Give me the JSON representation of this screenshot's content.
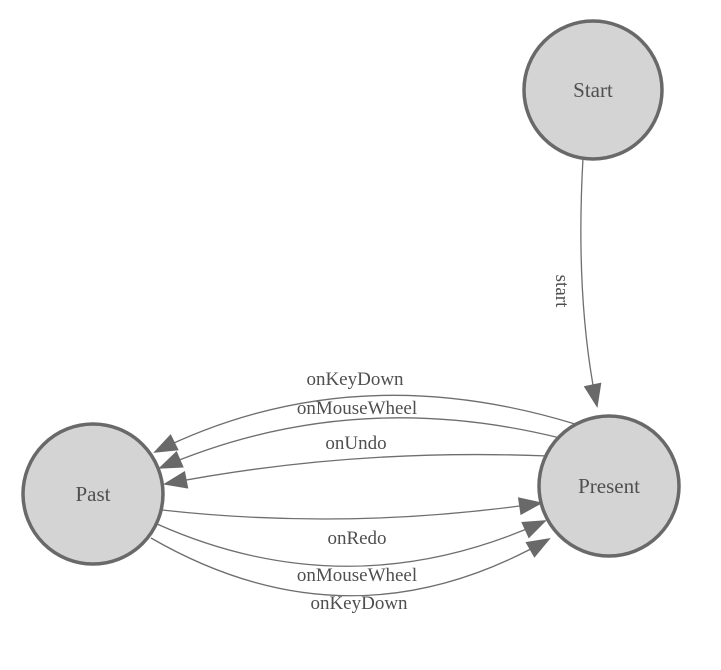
{
  "diagram": {
    "kind": "state-machine",
    "colors": {
      "node_fill": "#d4d4d4",
      "node_border": "#696969",
      "edge_line": "#6e6e6e",
      "arrowhead": "#696969",
      "label_text": "#4f4f4f"
    },
    "nodes": [
      {
        "id": "start",
        "label": "Start"
      },
      {
        "id": "present",
        "label": "Present"
      },
      {
        "id": "past",
        "label": "Past"
      }
    ],
    "edges": [
      {
        "from": "start",
        "to": "present",
        "label": "start"
      },
      {
        "from": "present",
        "to": "past",
        "label": "onKeyDown"
      },
      {
        "from": "present",
        "to": "past",
        "label": "onMouseWheel"
      },
      {
        "from": "present",
        "to": "past",
        "label": "onUndo"
      },
      {
        "from": "past",
        "to": "present",
        "label": "onRedo"
      },
      {
        "from": "past",
        "to": "present",
        "label": "onMouseWheel"
      },
      {
        "from": "past",
        "to": "present",
        "label": "onKeyDown"
      }
    ]
  }
}
